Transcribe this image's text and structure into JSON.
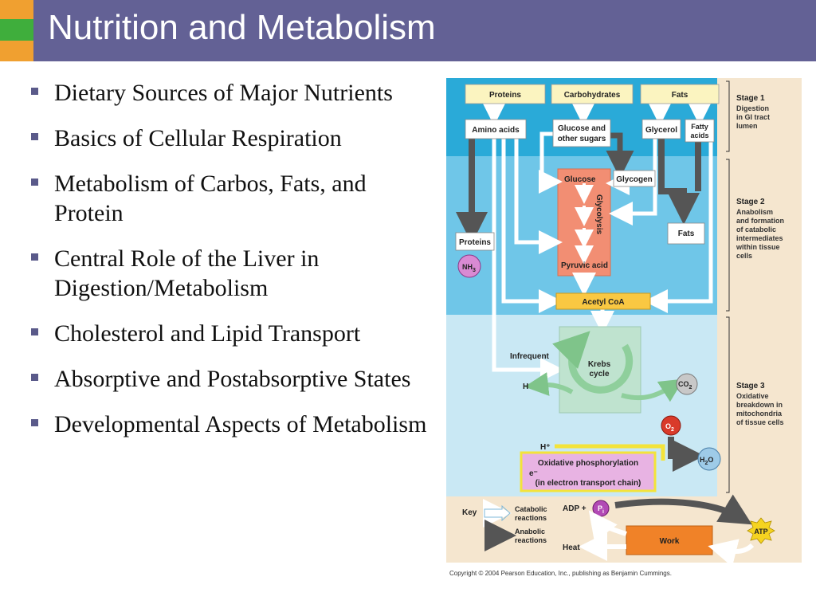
{
  "slide": {
    "title": "Nutrition and Metabolism",
    "colors": {
      "header": "#636195",
      "stripe_top": "#f0a030",
      "stripe_mid": "#3fae3c",
      "stripe_bottom": "#f0a030"
    },
    "bullets": [
      "Dietary Sources of Major Nutrients",
      "Basics of Cellular Respiration",
      "Metabolism of Carbos, Fats, and Protein",
      "Central Role of the Liver in Digestion/Metabolism",
      "Cholesterol and Lipid Transport",
      "Absorptive and Postabsorptive States",
      "Developmental Aspects of Metabolism"
    ]
  },
  "diagram": {
    "sources": {
      "proteins": "Proteins",
      "carbohydrates": "Carbohydrates",
      "fats": "Fats"
    },
    "digestion_products": {
      "amino_acids": "Amino acids",
      "glucose_line1": "Glucose and",
      "glucose_line2": "other sugars",
      "glycerol": "Glycerol",
      "fatty_line1": "Fatty",
      "fatty_line2": "acids"
    },
    "stage2": {
      "glucose": "Glucose",
      "glycogen": "Glycogen",
      "glycolysis": "Glycolysis",
      "proteins": "Proteins",
      "fats": "Fats",
      "pyruvic_acid": "Pyruvic acid",
      "nh3": "NH",
      "nh3_sub": "3",
      "acetyl_coa": "Acetyl CoA"
    },
    "stage3": {
      "infrequent": "Infrequent",
      "krebs_line1": "Krebs",
      "krebs_line2": "cycle",
      "h": "H",
      "co2": "CO",
      "co2_sub": "2",
      "o2": "O",
      "o2_sub": "2",
      "h_plus": "H⁺",
      "ox_phos": "Oxidative phosphorylation",
      "e_minus": "e⁻",
      "etc": "(in electron transport chain)",
      "h2o_pre": "H",
      "h2o_sub": "2",
      "h2o_post": "O"
    },
    "stages": [
      {
        "title": "Stage 1",
        "lines": [
          "Digestion",
          "in GI tract",
          "lumen"
        ]
      },
      {
        "title": "Stage 2",
        "lines": [
          "Anabolism",
          "and formation",
          "of catabolic",
          "intermediates",
          "within tissue",
          "cells"
        ]
      },
      {
        "title": "Stage 3",
        "lines": [
          "Oxidative",
          "breakdown in",
          "mitochondria",
          "of tissue cells"
        ]
      }
    ],
    "key": {
      "label": "Key",
      "catabolic_line1": "Catabolic",
      "catabolic_line2": "reactions",
      "anabolic_line1": "Anabolic",
      "anabolic_line2": "reactions",
      "adp": "ADP +",
      "pi": "P",
      "pi_sub": "i",
      "atp": "ATP",
      "work": "Work",
      "heat": "Heat"
    },
    "copyright": "Copyright © 2004 Pearson Education, Inc., publishing as Benjamin Cummings."
  }
}
